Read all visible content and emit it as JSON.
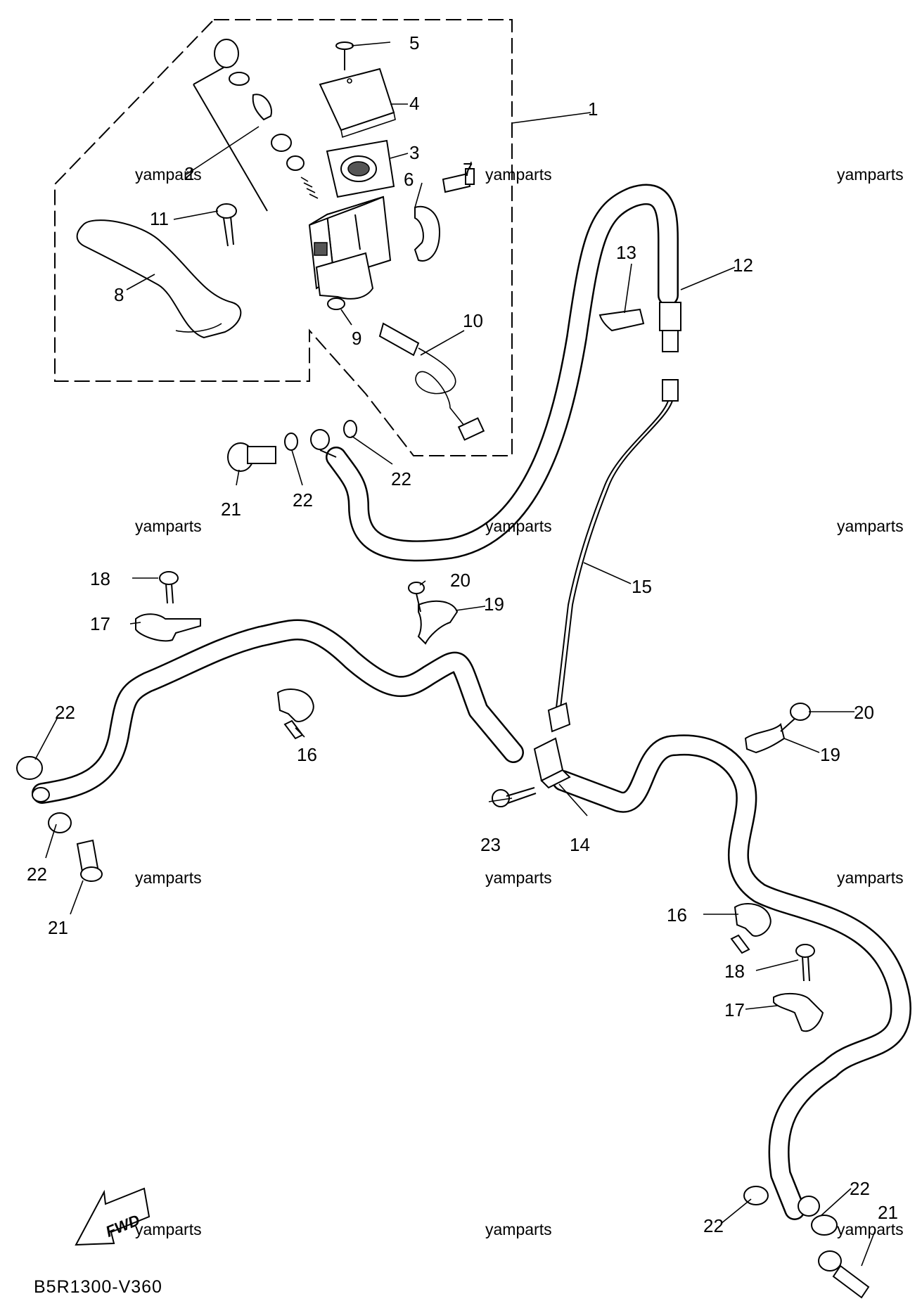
{
  "diagram": {
    "code": "B5R1300-V360",
    "fwd_label": "FWD",
    "watermark": "yamparts",
    "callouts": [
      "1",
      "2",
      "3",
      "4",
      "5",
      "6",
      "7",
      "8",
      "9",
      "10",
      "11",
      "12",
      "13",
      "14",
      "15",
      "16",
      "16",
      "17",
      "17",
      "18",
      "18",
      "19",
      "19",
      "20",
      "20",
      "21",
      "21",
      "21",
      "22",
      "22",
      "22",
      "22",
      "22",
      "22",
      "23"
    ]
  }
}
